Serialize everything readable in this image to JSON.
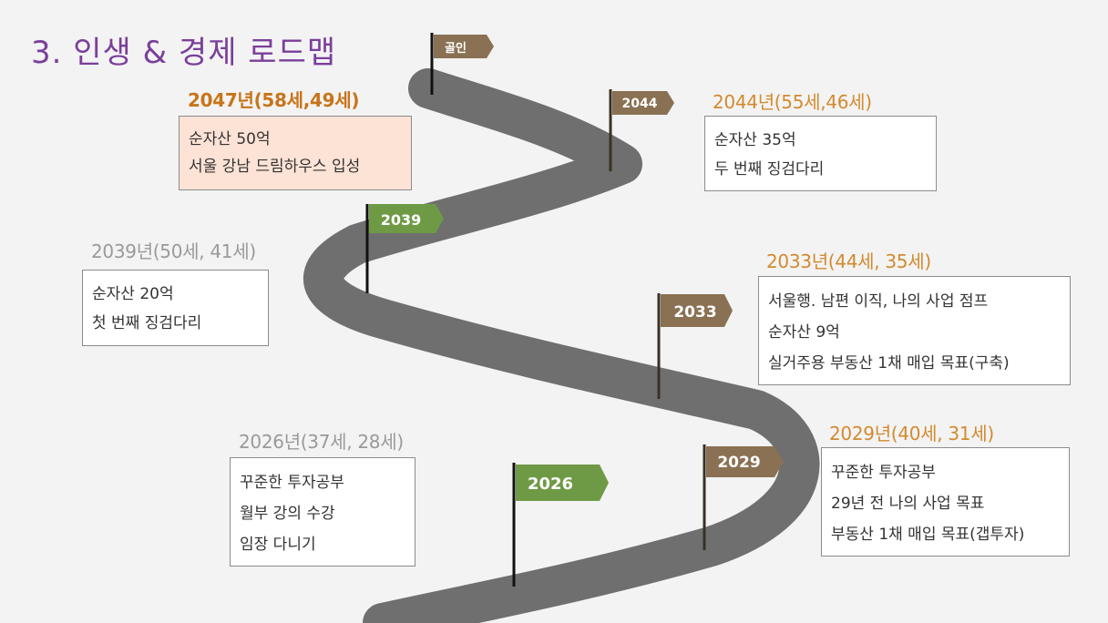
{
  "title": "3. 인생 & 경제 로드맵",
  "colors": {
    "title": "#7a3f9a",
    "road": "#6f6f6f",
    "flag_brown": "#8a7153",
    "flag_green": "#6f9a45",
    "heading_orange": "#d38a2e",
    "heading_dark_orange": "#c8741a",
    "heading_gray": "#9a9a9a",
    "highlight_box": "#fde3d6"
  },
  "flags": [
    {
      "label": "골인",
      "color": "brown"
    },
    {
      "label": "2044",
      "color": "brown"
    },
    {
      "label": "2039",
      "color": "green"
    },
    {
      "label": "2033",
      "color": "brown"
    },
    {
      "label": "2029",
      "color": "brown"
    },
    {
      "label": "2026",
      "color": "green"
    }
  ],
  "milestones": {
    "m2047": {
      "heading": "2047년(58세,49세)",
      "lines": [
        "순자산 50억",
        "서울 강남 드림하우스 입성"
      ]
    },
    "m2044": {
      "heading": "2044년(55세,46세)",
      "lines": [
        "순자산 35억",
        "두 번째 징검다리"
      ]
    },
    "m2039": {
      "heading": "2039년(50세, 41세)",
      "lines": [
        "순자산 20억",
        "첫 번째 징검다리"
      ]
    },
    "m2033": {
      "heading": "2033년(44세, 35세)",
      "lines": [
        "서울행. 남편 이직, 나의 사업 점프",
        "순자산 9억",
        "실거주용 부동산 1채 매입 목표(구축)"
      ]
    },
    "m2029": {
      "heading": "2029년(40세, 31세)",
      "lines": [
        "꾸준한 투자공부",
        "29년 전 나의 사업 목표",
        "부동산 1채 매입 목표(갭투자)"
      ]
    },
    "m2026": {
      "heading": "2026년(37세, 28세)",
      "lines": [
        "꾸준한 투자공부",
        "월부 강의 수강",
        "임장 다니기"
      ]
    }
  }
}
